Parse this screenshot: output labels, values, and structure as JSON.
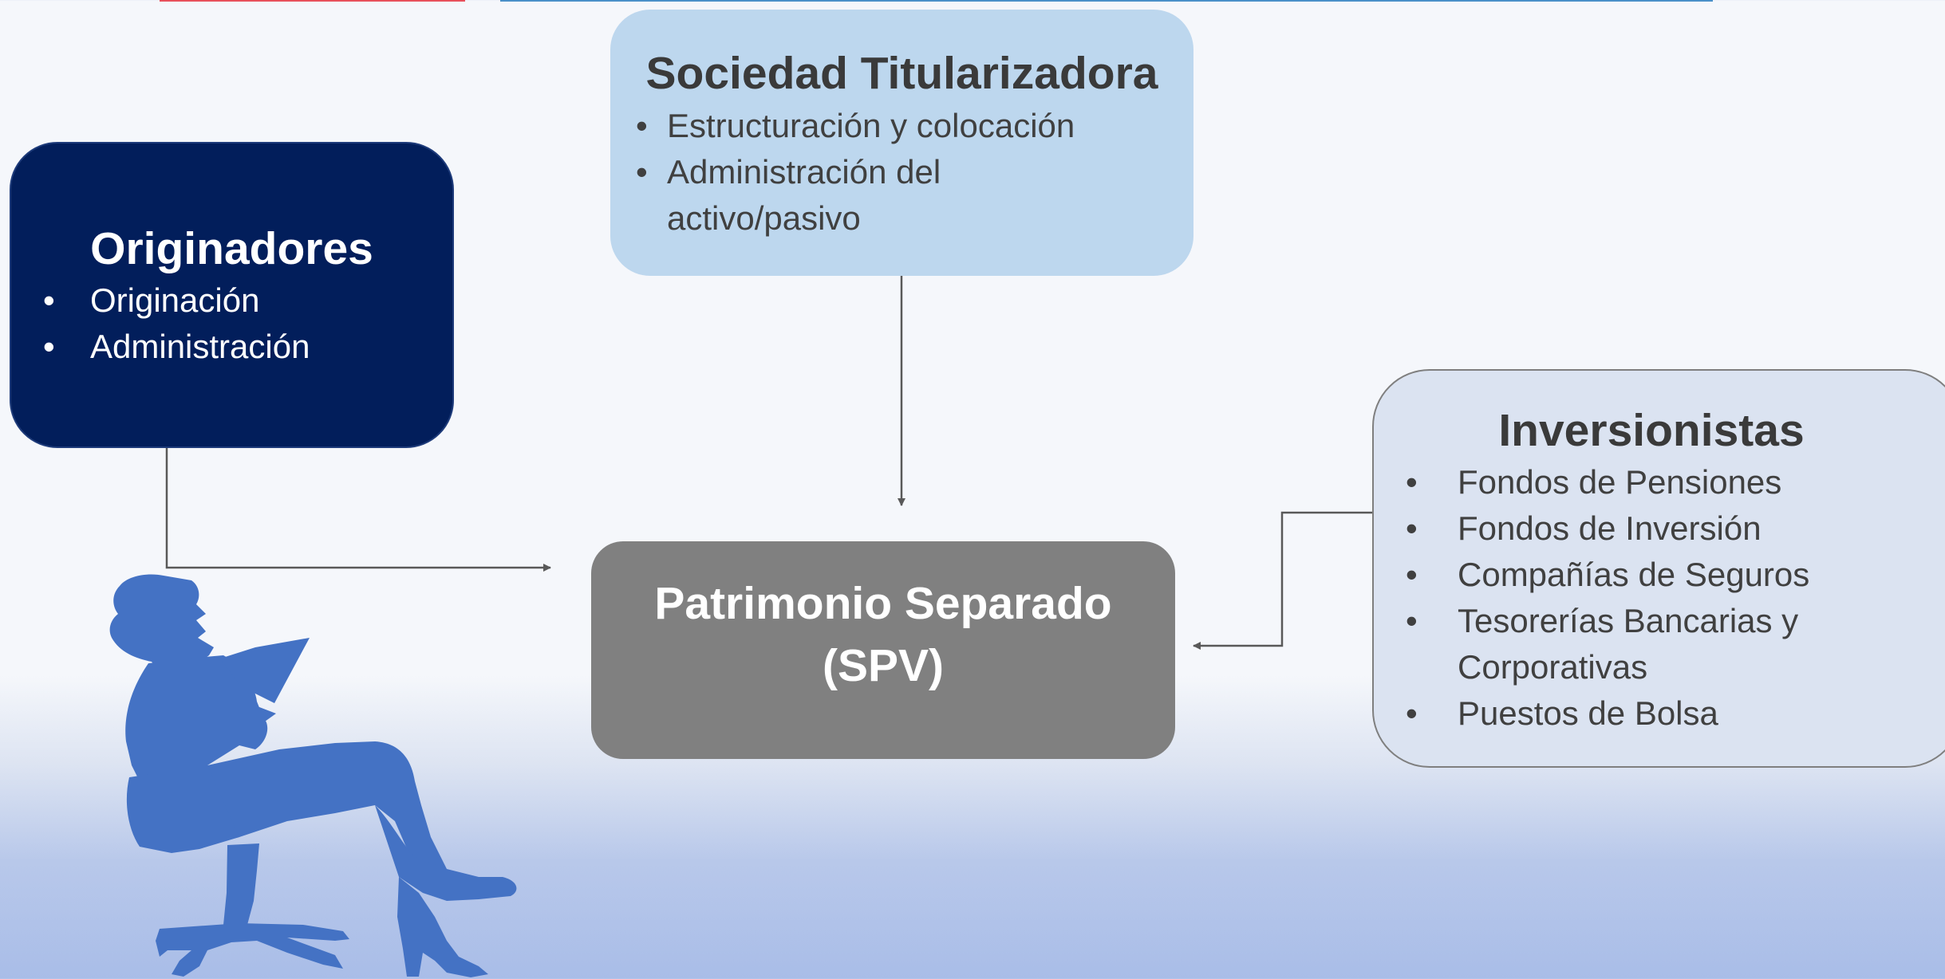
{
  "colors": {
    "originadores_fill": "#021e5b",
    "sociedad_fill": "#bdd7ee",
    "patrimonio_fill": "#808080",
    "inversionistas_fill": "#dbe3f1",
    "person_silhouette": "#4472c4",
    "connector": "#595959"
  },
  "icons": {
    "person": "woman-sitting-in-office-chair-silhouette"
  },
  "sociedad": {
    "title": "Sociedad Titularizadora",
    "items": [
      "Estructuración y colocación",
      "Administración del activo/pasivo"
    ]
  },
  "originadores": {
    "title": "Originadores",
    "items": [
      "Originación",
      "Administración"
    ]
  },
  "patrimonio": {
    "title_line1": "Patrimonio Separado",
    "title_line2": "(SPV)"
  },
  "inversionistas": {
    "title": "Inversionistas",
    "items": [
      "Fondos de Pensiones",
      "Fondos de Inversión",
      "Compañías de Seguros",
      "Tesorerías Bancarias y Corporativas",
      "Puestos de Bolsa"
    ]
  }
}
